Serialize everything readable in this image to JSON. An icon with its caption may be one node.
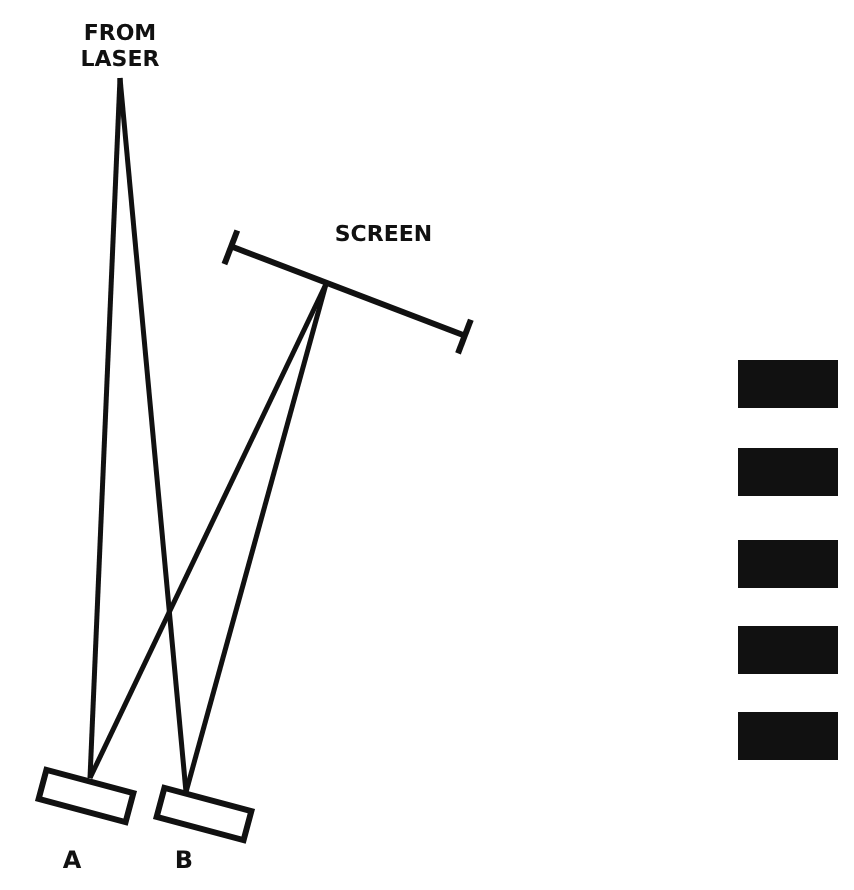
{
  "diagram": {
    "nodes": [
      {
        "text": [
          "FROM LASER"
        ]
      },
      {
        "text": [
          "SCREEN"
        ]
      },
      {
        "text": [],
        "shape": "box",
        "beside": [
          "A"
        ]
      },
      {
        "text": [],
        "shape": "box",
        "beside": [
          "B"
        ]
      }
    ],
    "edges": [
      {
        "from": 0,
        "to": 2,
        "arrow": "none"
      },
      {
        "from": 0,
        "to": 3,
        "arrow": "none"
      },
      {
        "from": 2,
        "to": 1,
        "arrow": "none"
      },
      {
        "from": 3,
        "to": 1,
        "arrow": "none"
      }
    ]
  }
}
